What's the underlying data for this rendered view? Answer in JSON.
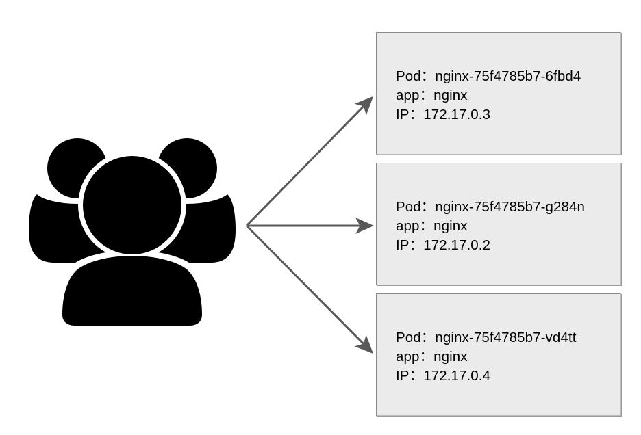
{
  "diagram": {
    "title": "kubernetes service to pods fan-out diagram",
    "background_color": "#ffffff",
    "actor": {
      "icon": "users-group-icon",
      "color": "#000000"
    },
    "connectors": {
      "count": 3,
      "color": "#595959",
      "style": "solid-arrow",
      "origin_label": "users"
    },
    "boxes": [
      {
        "id": "pod-box-1",
        "fill": "#ebebeb",
        "border": "#8a8a8a",
        "lines": [
          {
            "key": "Pod",
            "sep": "：",
            "value": "nginx-75f4785b7-6fbd4"
          },
          {
            "key": "app",
            "sep": "：",
            "value": "nginx"
          },
          {
            "key": "IP",
            "sep": "：",
            "value": "172.17.0.3"
          }
        ]
      },
      {
        "id": "pod-box-2",
        "fill": "#ebebeb",
        "border": "#8a8a8a",
        "lines": [
          {
            "key": "Pod",
            "sep": "：",
            "value": "nginx-75f4785b7-g284n"
          },
          {
            "key": "app",
            "sep": "：",
            "value": "nginx"
          },
          {
            "key": "IP",
            "sep": "：",
            "value": "172.17.0.2"
          }
        ]
      },
      {
        "id": "pod-box-3",
        "fill": "#ebebeb",
        "border": "#8a8a8a",
        "lines": [
          {
            "key": "Pod",
            "sep": "：",
            "value": "nginx-75f4785b7-vd4tt"
          },
          {
            "key": "app",
            "sep": "：",
            "value": "nginx"
          },
          {
            "key": "IP",
            "sep": "：",
            "value": "172.17.0.4"
          }
        ]
      }
    ]
  }
}
